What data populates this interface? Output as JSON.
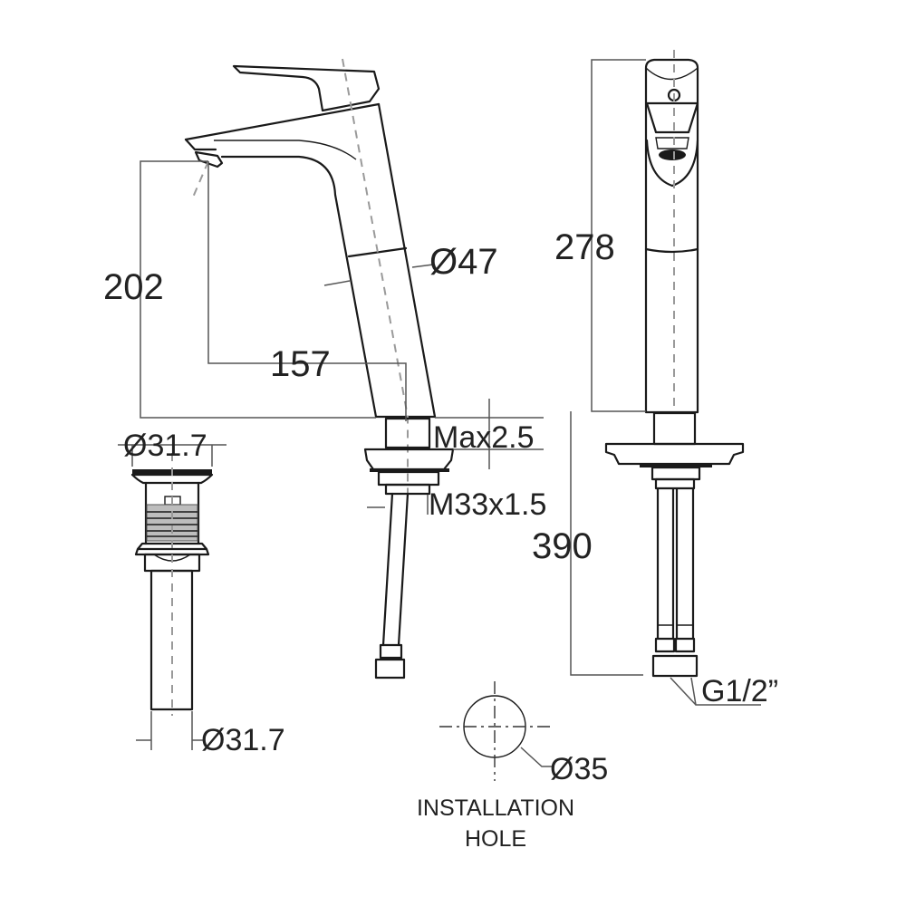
{
  "drawing": {
    "title": "Basin mixer faucet dimension drawing",
    "views": {
      "side_view": {
        "dimensions": {
          "spout_height": "202",
          "spout_reach": "157",
          "body_diameter": "Ø47",
          "max_deck_thickness": "Max2.5",
          "thread": "M33x1.5"
        }
      },
      "front_view": {
        "dimensions": {
          "overall_height": "278",
          "total_height_with_hoses": "390",
          "hose_connection": "G1/2”"
        }
      },
      "pop_up_waste": {
        "dimensions": {
          "top_diameter": "Ø31.7",
          "tail_diameter": "Ø31.7"
        }
      },
      "installation_hole": {
        "diameter": "Ø35",
        "label_line1": "INSTALLATION",
        "label_line2": "HOLE"
      }
    },
    "colors": {
      "outline": "#1a1a1a",
      "dimension_line": "#555555",
      "centerline": "#9a9a9a",
      "text": "#222222",
      "background": "#ffffff"
    }
  }
}
